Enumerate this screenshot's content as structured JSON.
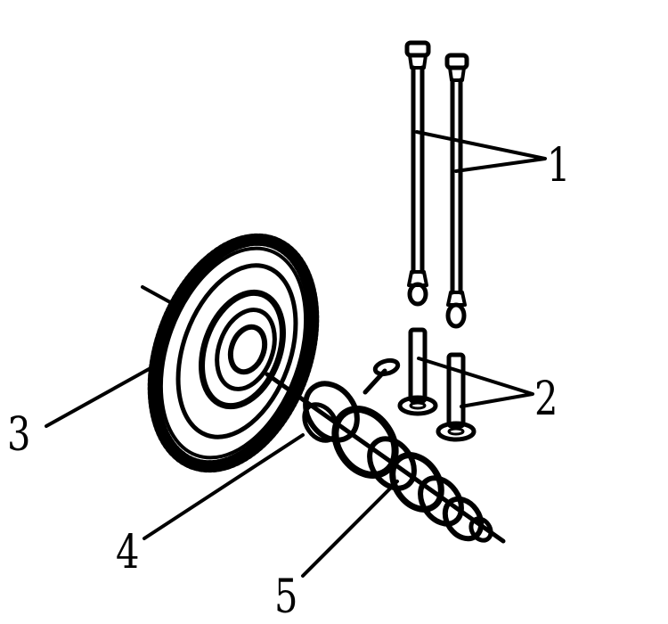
{
  "callouts": {
    "push_rods": "1",
    "tappets": "2",
    "camshaft_gear": "3",
    "woodruff_key": "4",
    "camshaft": "5"
  },
  "colors": {
    "ink": "#000000",
    "paper": "#ffffff"
  }
}
